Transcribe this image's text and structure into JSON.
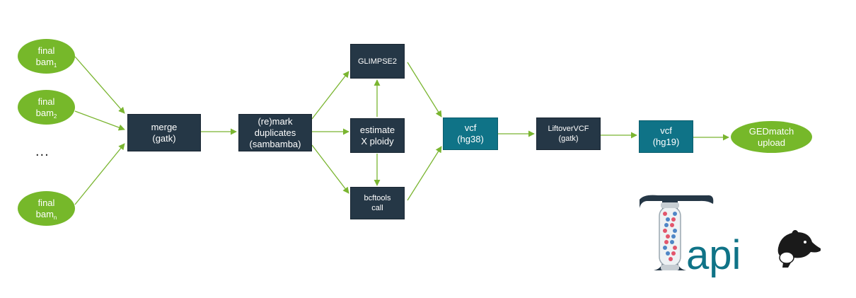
{
  "inputs": [
    {
      "line1": "final",
      "line2": "bam",
      "sub": "1"
    },
    {
      "line1": "final",
      "line2": "bam",
      "sub": "2"
    },
    {
      "line1": "final",
      "line2": "bam",
      "sub": "n"
    }
  ],
  "ellipsis": "...",
  "nodes": {
    "merge": {
      "line1": "merge",
      "line2": "(gatk)"
    },
    "remark": {
      "line1": "(re)mark",
      "line2": "duplicates",
      "line3": "(sambamba)"
    },
    "glimpse": {
      "line1": "GLIMPSE2"
    },
    "ploidy": {
      "line1": "estimate",
      "line2": "X ploidy"
    },
    "bcftools": {
      "line1": "bcftools",
      "line2": "call"
    },
    "vcf38": {
      "line1": "vcf",
      "line2": "(hg38)"
    },
    "liftover": {
      "line1": "LiftoverVCF",
      "line2": "(gatk)"
    },
    "vcf19": {
      "line1": "vcf",
      "line2": "(hg19)"
    },
    "gedmatch": {
      "line1": "GEDmatch",
      "line2": "upload"
    }
  },
  "logo": {
    "text": "Tapir",
    "visible_letters": "api"
  },
  "colors": {
    "green": "#76b82a",
    "dark": "#253746",
    "teal": "#0f7387",
    "arrow": "#7ab530"
  }
}
